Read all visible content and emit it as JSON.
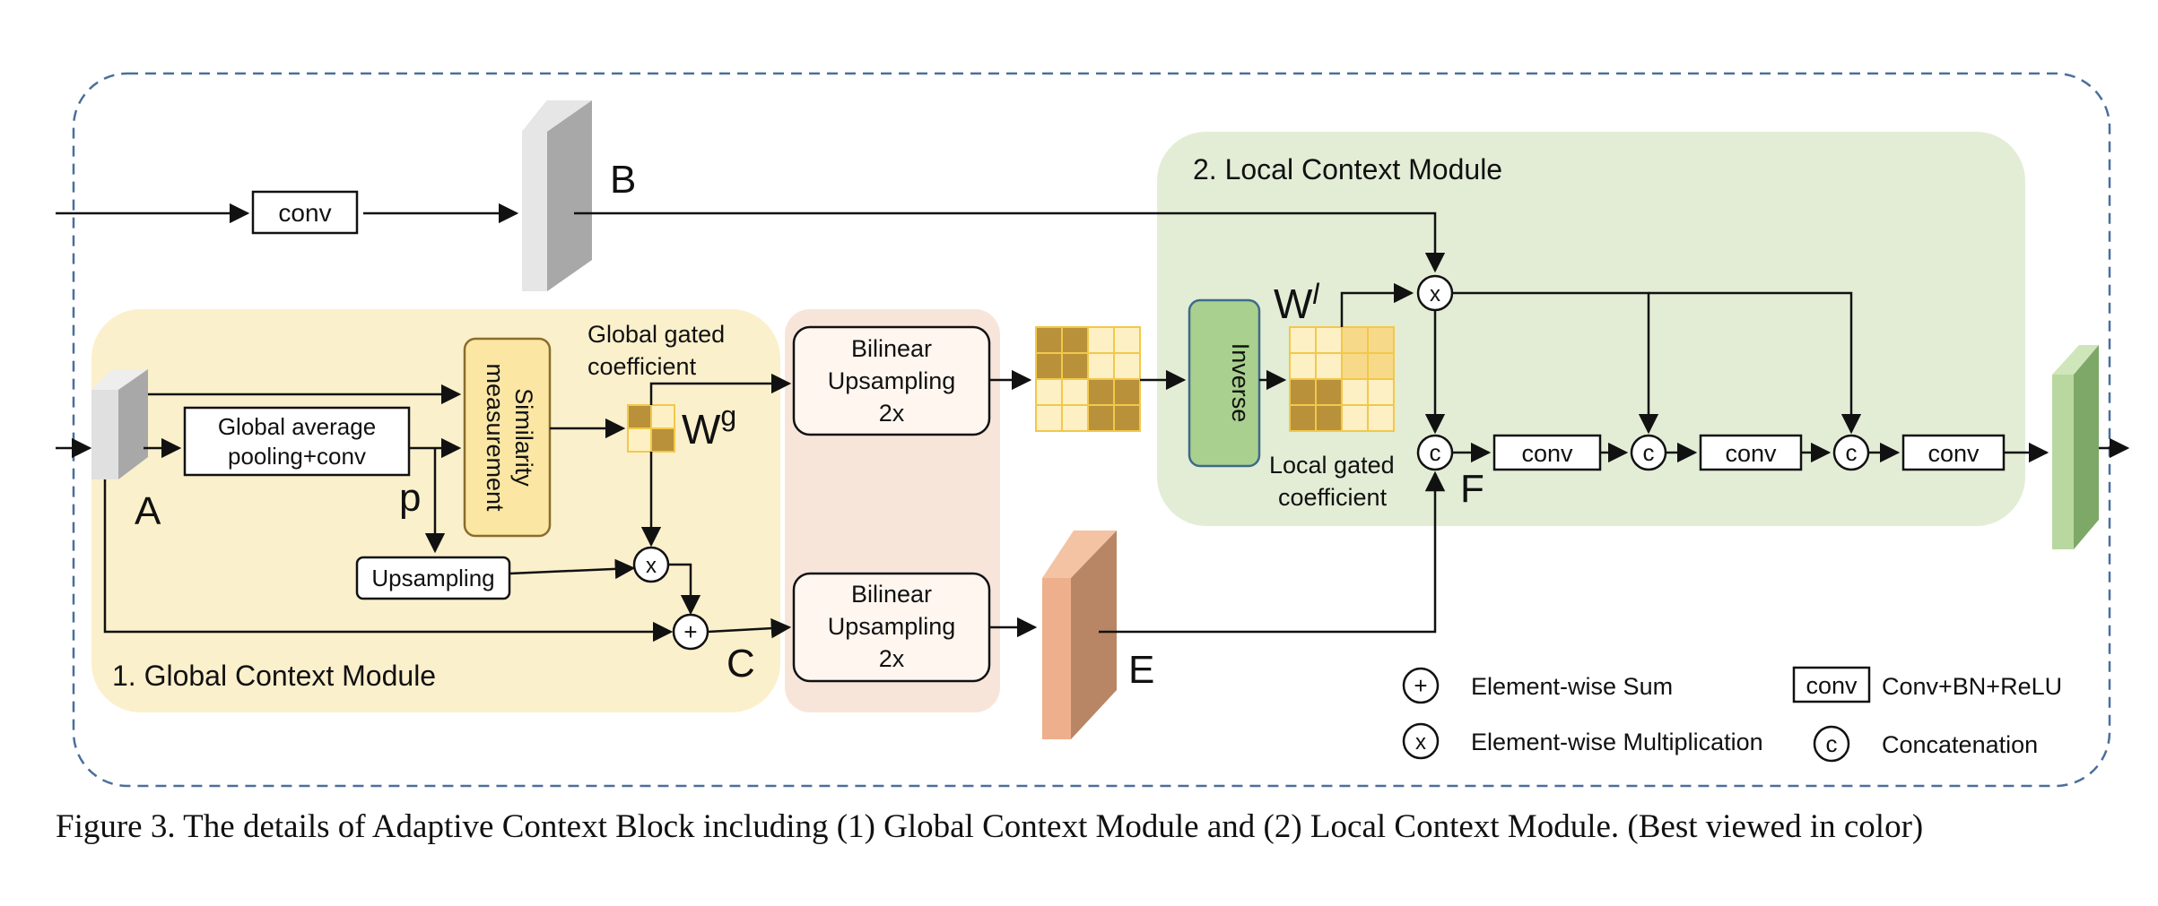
{
  "modules": {
    "global": "1. Global Context Module",
    "local": "2. Local Context Module"
  },
  "boxes": {
    "conv_top": "conv",
    "gap_line1": "Global average",
    "gap_line2": "pooling+conv",
    "sim_line1": "Similarity",
    "sim_line2": "measurement",
    "upsampling": "Upsampling",
    "bilinear_top": [
      "Bilinear",
      "Upsampling",
      "2x"
    ],
    "bilinear_bottom": [
      "Bilinear",
      "Upsampling",
      "2x"
    ],
    "inverse": "Inverse",
    "conv_1": "conv",
    "conv_2": "conv",
    "conv_3": "conv"
  },
  "labels": {
    "A": "A",
    "B": "B",
    "C": "C",
    "E": "E",
    "F": "F",
    "p": "p",
    "wg_base": "W",
    "wg_sup": "g",
    "wl_base": "W",
    "wl_sup": "l",
    "global_gated_line1": "Global gated",
    "global_gated_line2": "coefficient",
    "local_gated_line1": "Local gated",
    "local_gated_line2": "coefficient"
  },
  "operators": {
    "sum": "+",
    "mult": "x",
    "concat": "c"
  },
  "legend": {
    "sum_symbol": "+",
    "sum_label": "Element-wise Sum",
    "mult_symbol": "x",
    "mult_label": "Element-wise Multiplication",
    "conv_symbol": "conv",
    "conv_label": "Conv+BN+ReLU",
    "concat_symbol": "c",
    "concat_label": "Concatenation"
  },
  "caption": "Figure 3. The details of Adaptive Context Block including (1) Global Context Module and (2) Local Context Module. (Best viewed in color)",
  "colors": {
    "global_bg": "#fbf0cc",
    "local_bg": "#e3edd6",
    "bilinear_bg": "#f8e5da",
    "similarity_fill": "#fbe6a4",
    "inverse_fill": "#a9d08e",
    "frame_dash": "#4a6f9c",
    "gate_dark": "#b8913a",
    "gate_light": "#fdf0c4",
    "gate_mid": "#f7d98a"
  }
}
